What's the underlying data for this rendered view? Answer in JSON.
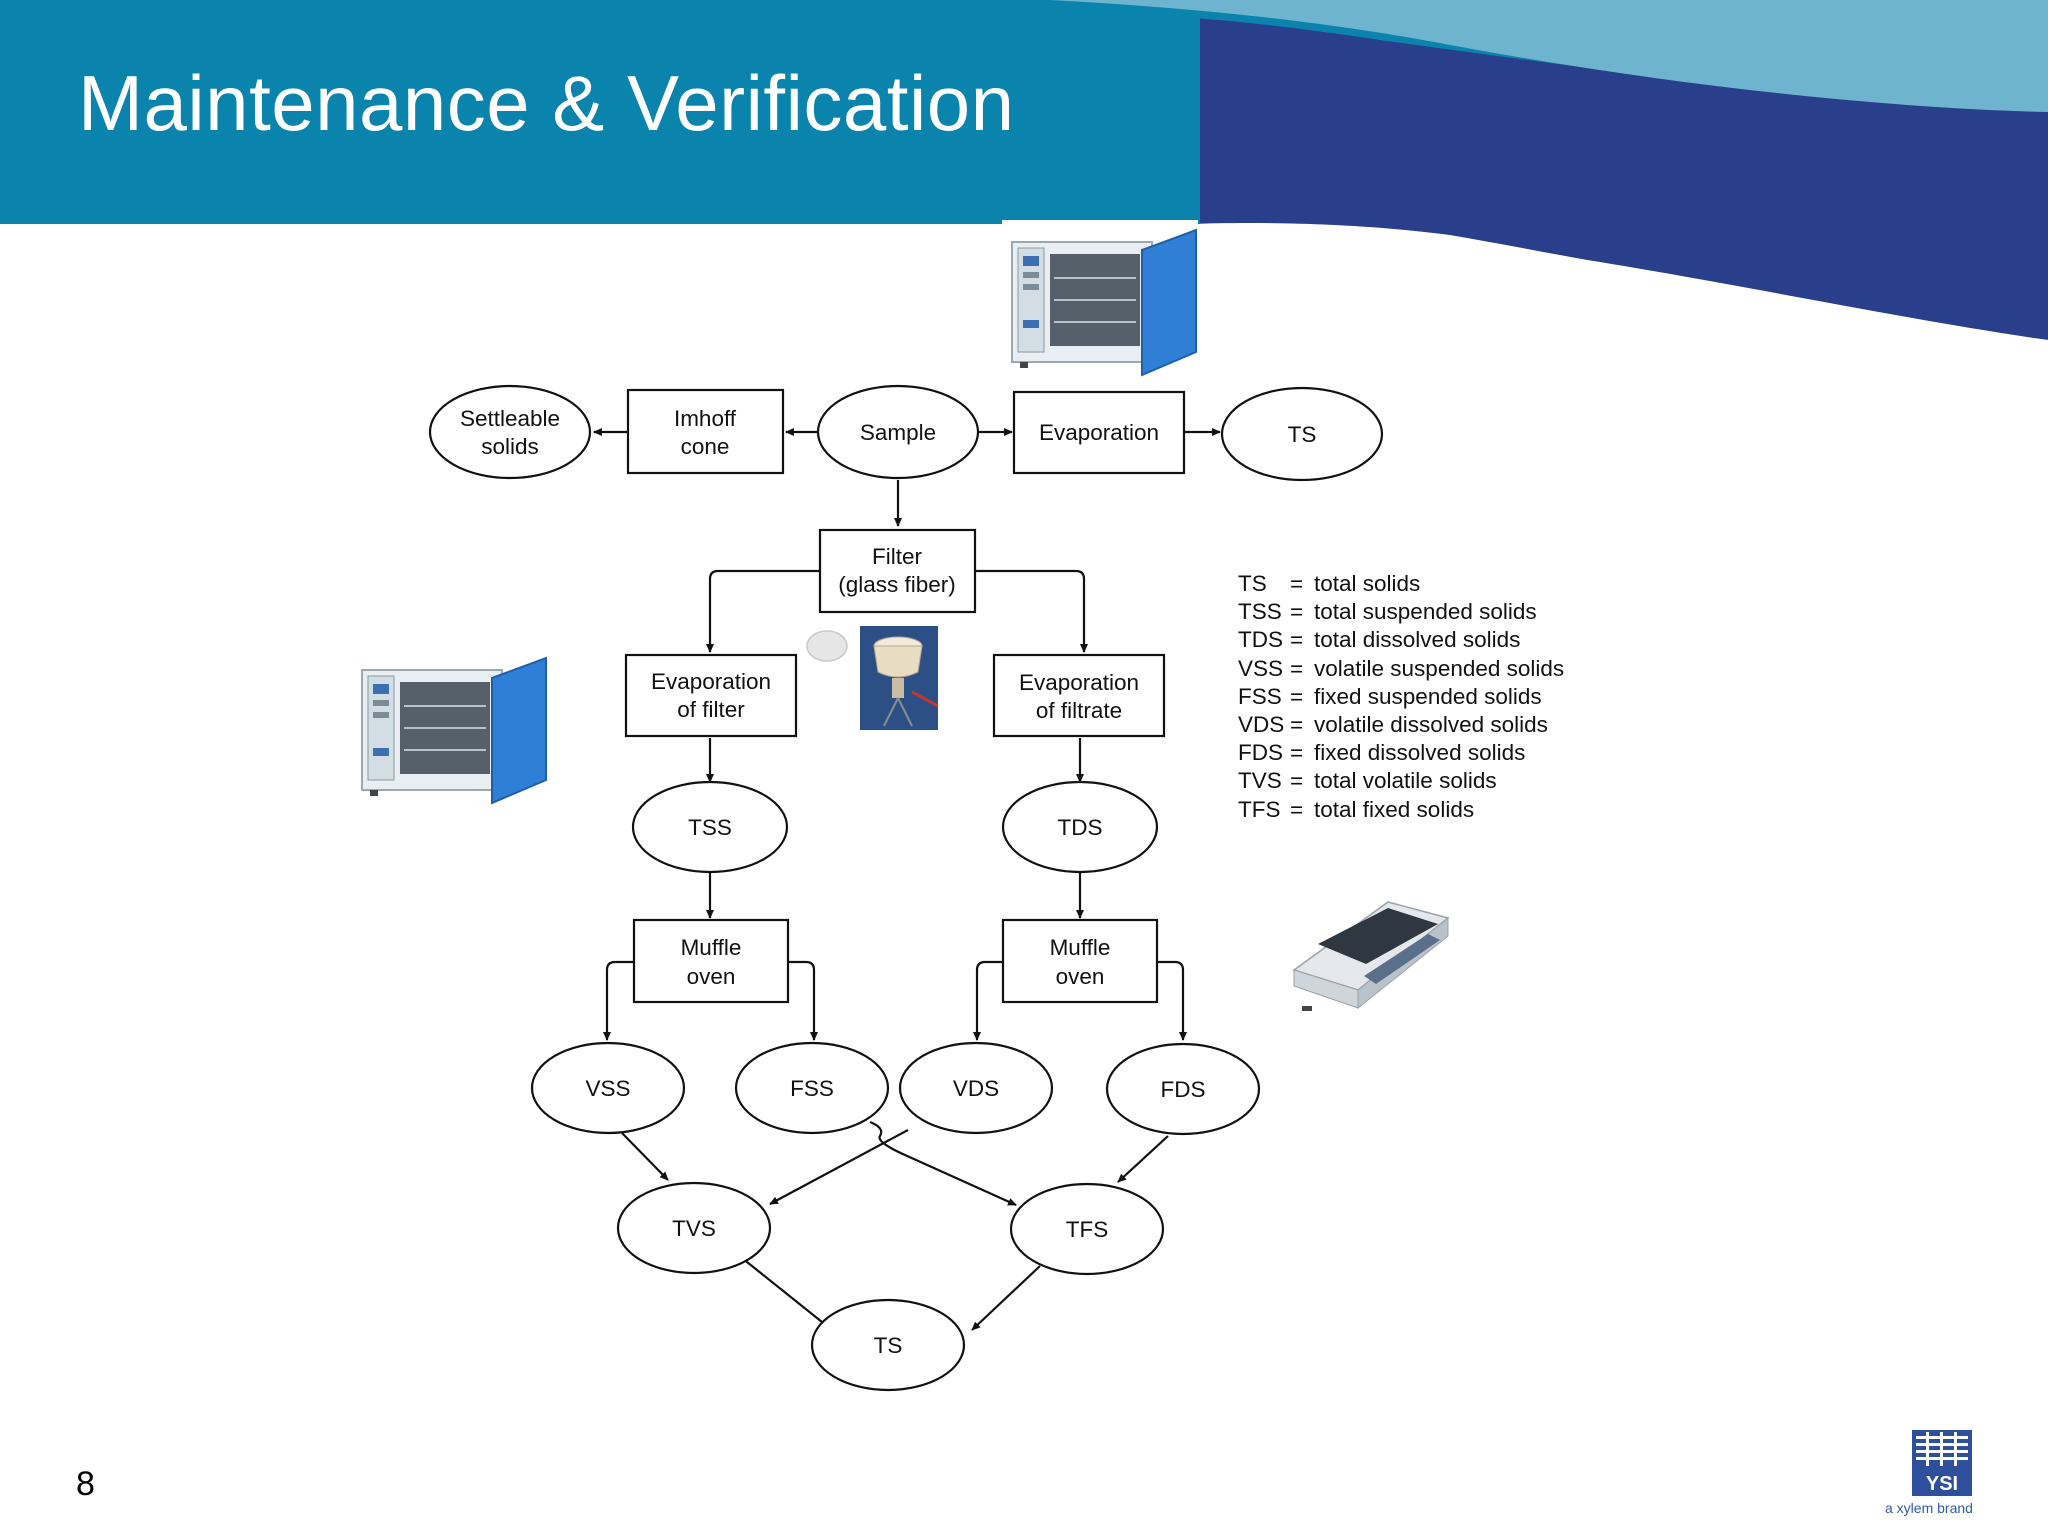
{
  "slide": {
    "title": "Maintenance & Verification",
    "page_number": "8"
  },
  "diagram": {
    "nodes": {
      "settleable": [
        "Settleable",
        "solids"
      ],
      "imhoff": [
        "Imhoff",
        "cone"
      ],
      "sample": "Sample",
      "evaporation": "Evaporation",
      "ts_top": "TS",
      "filter": [
        "Filter",
        "(glass fiber)"
      ],
      "evap_filter": [
        "Evaporation",
        "of filter"
      ],
      "evap_filtrate": [
        "Evaporation",
        "of filtrate"
      ],
      "tss": "TSS",
      "tds": "TDS",
      "muffle_left": [
        "Muffle",
        "oven"
      ],
      "muffle_right": [
        "Muffle",
        "oven"
      ],
      "vss": "VSS",
      "fss": "FSS",
      "vds": "VDS",
      "fds": "FDS",
      "tvs": "TVS",
      "tfs": "TFS",
      "ts_bottom": "TS"
    },
    "legend": [
      {
        "abbr": "TS",
        "def": "total solids"
      },
      {
        "abbr": "TSS",
        "def": "total suspended solids"
      },
      {
        "abbr": "TDS",
        "def": "total dissolved solids"
      },
      {
        "abbr": "VSS",
        "def": "volatile suspended solids"
      },
      {
        "abbr": "FSS",
        "def": "fixed suspended solids"
      },
      {
        "abbr": "VDS",
        "def": "volatile dissolved solids"
      },
      {
        "abbr": "FDS",
        "def": "fixed dissolved solids"
      },
      {
        "abbr": "TVS",
        "def": "total volatile solids"
      },
      {
        "abbr": "TFS",
        "def": "total fixed solids"
      }
    ],
    "legend_separator": "="
  },
  "logo": {
    "brand": "YSI",
    "tagline": "a xylem brand"
  },
  "colors": {
    "header_teal": "#0a83ad",
    "header_light": "#6fb4cf",
    "header_navy": "#2a3f8c",
    "oven_blue": "#2f7fd6"
  },
  "icons": [
    "oven-icon",
    "filter-paper-icon",
    "filter-funnel-icon",
    "balance-scale-icon",
    "ysi-logo-icon"
  ]
}
